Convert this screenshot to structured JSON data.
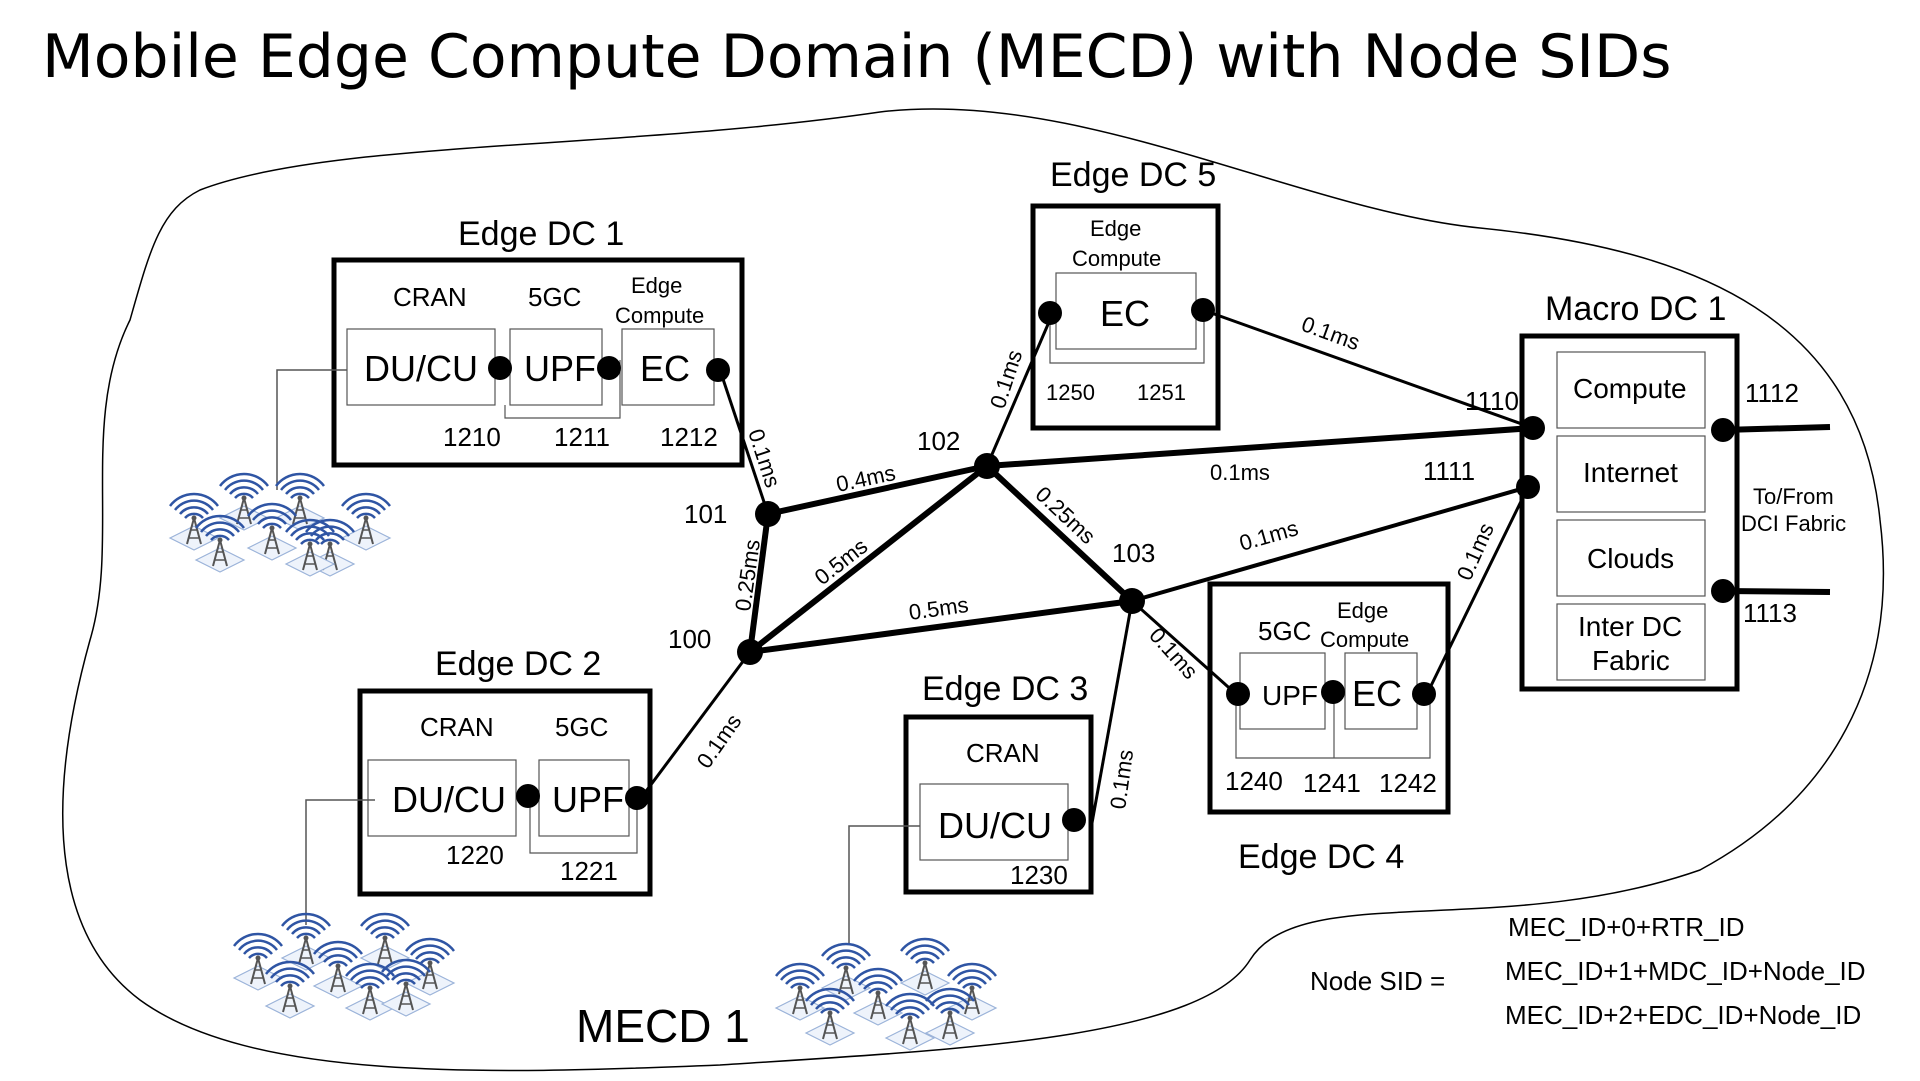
{
  "title": "Mobile Edge Compute Domain (MECD) with Node SIDs",
  "domain_label": "MECD 1",
  "edge_dc1": {
    "title": "Edge DC 1",
    "cran": "CRAN",
    "fivegc": "5GC",
    "edge_compute_1": "Edge",
    "edge_compute_2": "Compute",
    "du_cu": "DU/CU",
    "upf": "UPF",
    "ec": "EC",
    "sid_a": "1210",
    "sid_b": "1211",
    "sid_c": "1212"
  },
  "edge_dc2": {
    "title": "Edge DC 2",
    "cran": "CRAN",
    "fivegc": "5GC",
    "du_cu": "DU/CU",
    "upf": "UPF",
    "sid_a": "1220",
    "sid_b": "1221"
  },
  "edge_dc3": {
    "title": "Edge DC 3",
    "cran": "CRAN",
    "du_cu": "DU/CU",
    "sid_a": "1230"
  },
  "edge_dc4": {
    "title": "Edge DC 4",
    "fivegc": "5GC",
    "edge_compute_1": "Edge",
    "edge_compute_2": "Compute",
    "upf": "UPF",
    "ec": "EC",
    "sid_a": "1240",
    "sid_b": "1241",
    "sid_c": "1242"
  },
  "edge_dc5": {
    "title": "Edge DC 5",
    "edge_compute_1": "Edge",
    "edge_compute_2": "Compute",
    "ec": "EC",
    "sid_a": "1250",
    "sid_b": "1251"
  },
  "macro_dc1": {
    "title": "Macro DC 1",
    "compute": "Compute",
    "internet": "Internet",
    "clouds": "Clouds",
    "inter_dc_1": "Inter DC",
    "inter_dc_2": "Fabric",
    "sid_1110": "1110",
    "sid_1111": "1111",
    "sid_1112": "1112",
    "sid_1113": "1113",
    "dci_1": "To/From",
    "dci_2": "DCI Fabric"
  },
  "routers": {
    "r100": "100",
    "r101": "101",
    "r102": "102",
    "r103": "103"
  },
  "latencies": {
    "dc1_101": "0.1ms",
    "r101_102": "0.4ms",
    "r101_100": "0.25ms",
    "r100_102": "0.5ms",
    "r100_103": "0.5ms",
    "r102_dc5": "0.1ms",
    "dc5_macro": "0.1ms",
    "r102_macro": "0.1ms",
    "r102_103": "0.25ms",
    "r103_macro": "0.1ms",
    "r103_dc4": "0.1ms",
    "r103_dc3": "0.1ms",
    "dc4_macro": "0.1ms",
    "r100_dc2": "0.1ms"
  },
  "legend": {
    "label": "Node SID =",
    "line1": "MEC_ID+0+RTR_ID",
    "line2": "MEC_ID+1+MDC_ID+Node_ID",
    "line3": "MEC_ID+2+EDC_ID+Node_ID"
  },
  "colors": {
    "stroke": "#000000",
    "antenna": "#2f55a4",
    "hex": "#9bb3d9"
  }
}
